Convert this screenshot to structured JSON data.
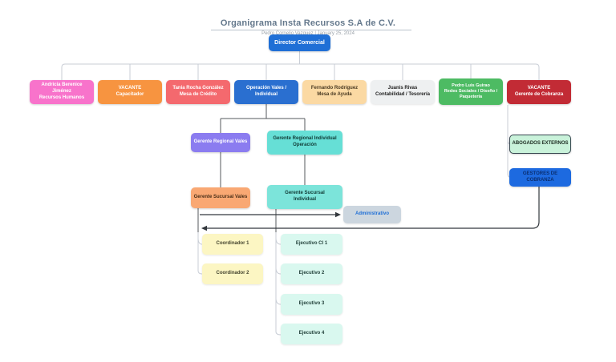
{
  "header": {
    "title": "Organigrama Insta Recursos S.A de C.V.",
    "subtitle": "Pedro Cornelio Vazquez  |  January 25, 2024"
  },
  "palette": {
    "title_color": "#64788c",
    "underline": "#b9c2cc",
    "subtitle_color": "#9aa1a8",
    "connector_light": "#c9ced6",
    "connector_dark": "#55595e",
    "arrow": "#33383d"
  },
  "nodes": {
    "director": {
      "label": "Director Comercial",
      "bg": "#1f6fd6",
      "fg": "#ffffff"
    },
    "rh": {
      "label": "Andricia Berenice Jiménez\nRecursos Humanos",
      "bg": "#f873cb",
      "fg": "#ffffff"
    },
    "capacitador": {
      "label": "VACANTE\nCapacitador",
      "bg": "#f79440",
      "fg": "#ffffff"
    },
    "credito": {
      "label": "Tania Rocha González\nMesa de Crédito",
      "bg": "#f4696e",
      "fg": "#ffffff"
    },
    "operacion": {
      "label": "Operación Vales /\nIndividual",
      "bg": "#2a6fd0",
      "fg": "#ffffff"
    },
    "ayuda": {
      "label": "Fernando Rodríguez\nMesa de Ayuda",
      "bg": "#fbd9a3",
      "fg": "#4a3a22"
    },
    "contabilidad": {
      "label": "Juanis Rivas\nContabilidad / Tesorería",
      "bg": "#eef0f1",
      "fg": "#222222"
    },
    "redes": {
      "label": "Pedro Luis Guirao\nRedes Sociales / Diseño /\nPaquetería",
      "bg": "#4dbb63",
      "fg": "#ffffff"
    },
    "cobranza": {
      "label": "VACANTE\nGerente de Cobranza",
      "bg": "#c22b35",
      "fg": "#ffffff"
    },
    "reg_vales": {
      "label": "Gerente Regional Vales",
      "bg": "#8b7cf0",
      "fg": "#ffffff"
    },
    "reg_individual": {
      "label": "Gerente Regional Individual\nOperación",
      "bg": "#66dfd6",
      "fg": "#103a35"
    },
    "suc_vales": {
      "label": "Gerente Sucursal Vales",
      "bg": "#f9a873",
      "fg": "#4a2f18"
    },
    "suc_individual": {
      "label": "Gerente Sucursal\nIndividual",
      "bg": "#7ce4da",
      "fg": "#103a35"
    },
    "abogados": {
      "label": "ABOGADOS EXTERNOS",
      "bg": "#c9f2da",
      "fg": "#1b2a20",
      "border": "#36474f"
    },
    "gestores": {
      "label": "GESTORES DE\nCOBRANZA",
      "bg": "#1d6ae0",
      "fg": "#0a2e70"
    },
    "administrativo": {
      "label": "Administrativo",
      "bg": "#ccd6df",
      "fg": "#1f6fd6"
    },
    "coord1": {
      "label": "Coordinador 1",
      "bg": "#fcf6c3",
      "fg": "#44442e"
    },
    "coord2": {
      "label": "Coordinador 2",
      "bg": "#fcf6c3",
      "fg": "#44442e"
    },
    "ej1": {
      "label": "Ejecutivo CI 1",
      "bg": "#d9f8ef",
      "fg": "#23423b"
    },
    "ej2": {
      "label": "Ejecutivo 2",
      "bg": "#d9f8ef",
      "fg": "#23423b"
    },
    "ej3": {
      "label": "Ejecutivo 3",
      "bg": "#d9f8ef",
      "fg": "#23423b"
    },
    "ej4": {
      "label": "Ejecutivo 4",
      "bg": "#d9f8ef",
      "fg": "#23423b"
    }
  }
}
